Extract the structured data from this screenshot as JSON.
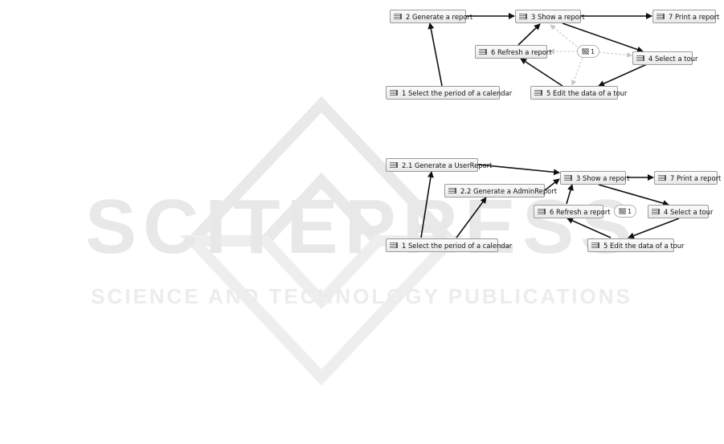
{
  "watermark": {
    "big": "SCITEPRESS",
    "small": "SCIENCE AND TECHNOLOGY PUBLICATIONS"
  },
  "diagram_top": {
    "nodes": {
      "generate_report": "2  Generate a report",
      "show_report": "3  Show a report",
      "print_report": "7  Print a report",
      "refresh_report": "6  Refresh a report",
      "select_tour": "4  Select a tour",
      "select_period": "1  Select the period of a calendar",
      "edit_tour": "5  Edit the data of a tour"
    },
    "badge": "1"
  },
  "diagram_bottom": {
    "nodes": {
      "generate_user_report": "2.1  Generate a UserReport",
      "generate_admin_report": "2.2  Generate a AdminReport",
      "show_report": "3  Show a report",
      "print_report": "7  Print a report",
      "refresh_report": "6  Refresh a report",
      "select_tour": "4  Select a tour",
      "select_period": "1  Select the period of a calendar",
      "edit_tour": "5  Edit the data of a tour"
    },
    "badge": "1"
  }
}
